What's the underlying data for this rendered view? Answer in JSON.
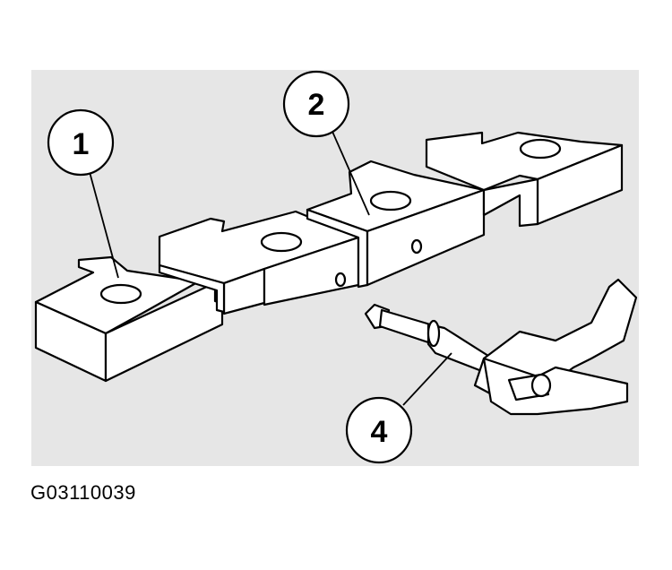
{
  "diagram": {
    "figure_code": "G03110039",
    "callouts": [
      {
        "id": "1",
        "label": "1"
      },
      {
        "id": "2",
        "label": "2"
      },
      {
        "id": "4",
        "label": "4"
      }
    ],
    "colors": {
      "background": "#e6e6e6",
      "block_face": "#ffffff",
      "outline": "#000000"
    }
  }
}
